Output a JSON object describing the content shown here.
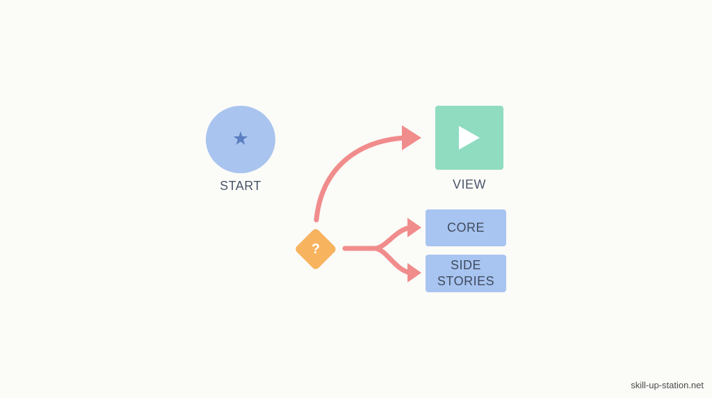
{
  "colors": {
    "background": "#fbfbf8",
    "start_fill": "#a9c4ee",
    "star": "#5b7fc2",
    "view_fill": "#8fdcc1",
    "play": "#ffffff",
    "decision_fill": "#f8b35e",
    "box_fill": "#a8c4f0",
    "arrow": "#f18c8c",
    "label_text": "#4a5568"
  },
  "nodes": {
    "start": {
      "label": "START",
      "icon": "star-icon",
      "glyph": "★"
    },
    "view": {
      "label": "VIEW",
      "icon": "play-icon"
    },
    "decision": {
      "icon": "question-icon",
      "glyph": "?"
    },
    "core": {
      "label": "CORE"
    },
    "side_stories": {
      "lines": [
        "SIDE",
        "STORIES"
      ]
    }
  },
  "watermark": "skill-up-station.net"
}
